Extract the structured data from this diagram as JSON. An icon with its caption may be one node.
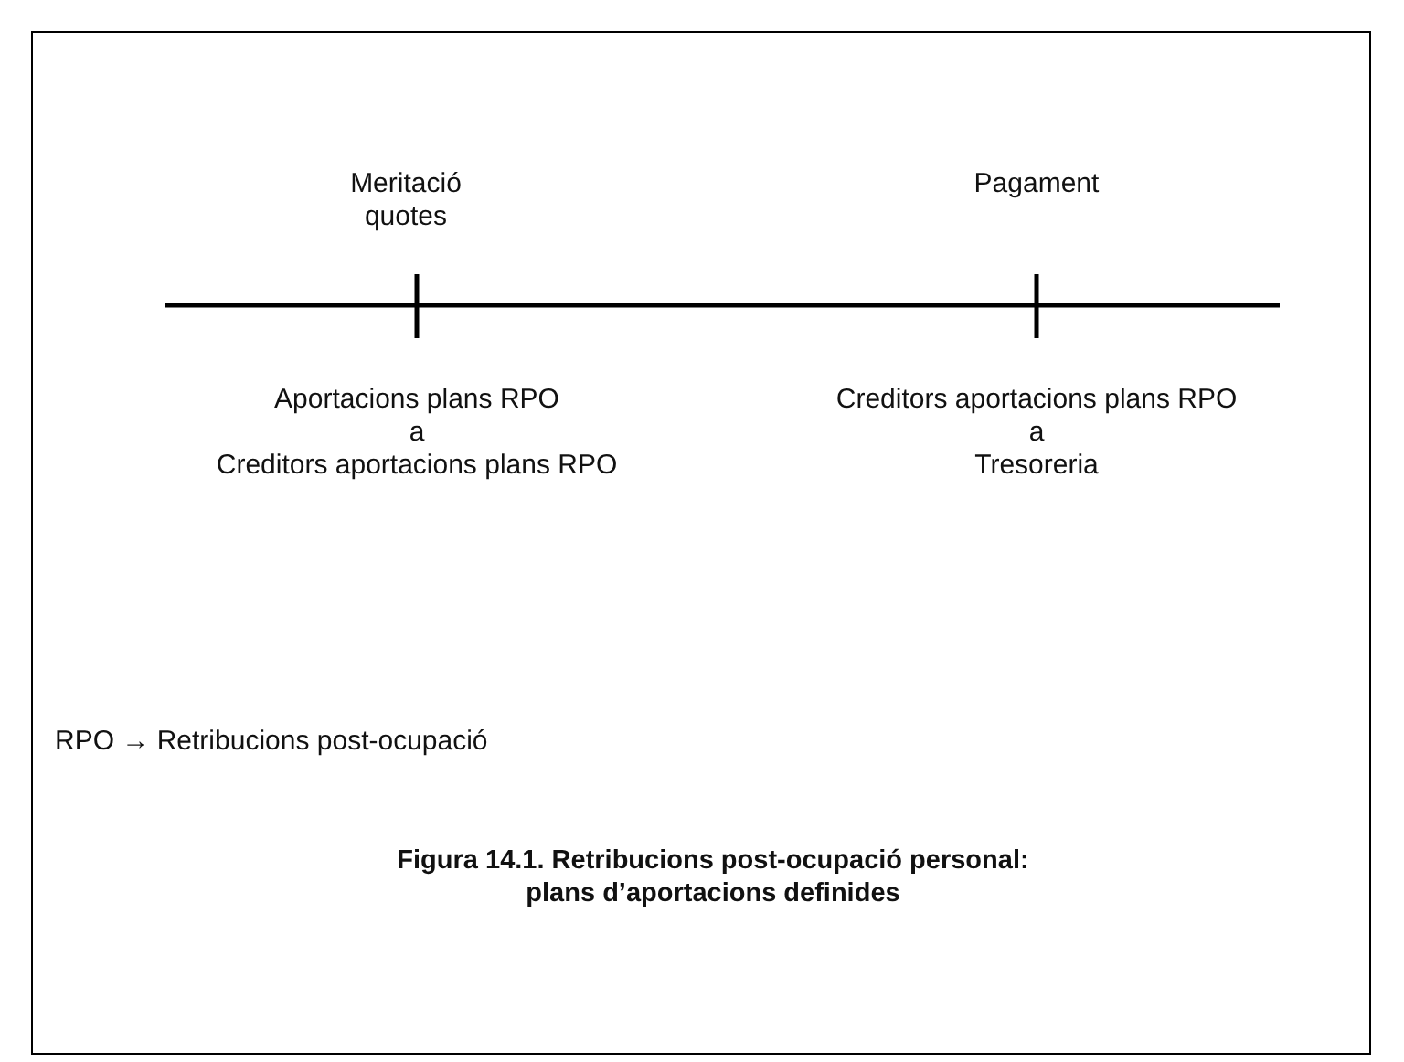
{
  "diagram": {
    "caption": "Figura 14.1. Retribucions post-ocupació personal: plans d’aportacions definides",
    "labels": [
      "Meritació quotes",
      "Pagament",
      "Aportacions plans RPO",
      "a",
      "Creditors aportacions plans RPO",
      "Creditors aportacions plans RPO",
      "a",
      "Tresoreria",
      "RPO → Retribucions post-ocupació"
    ]
  }
}
